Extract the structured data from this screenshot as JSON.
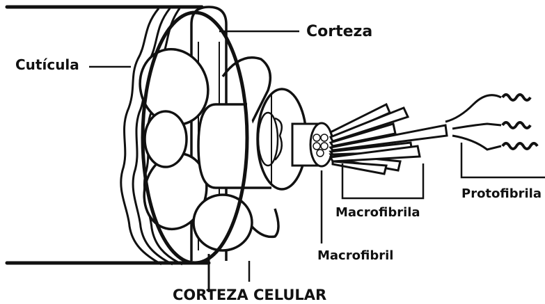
{
  "labels": {
    "cuticula": "Cutícula",
    "corteza": "Corteza",
    "macrofibrila": "Macrofibrila",
    "macrofibril": "Macrofibril",
    "protofibrila": "Protofibrila",
    "corteza_celular": "CORTEZA CELULAR"
  },
  "colors": {
    "ink": "#111111",
    "background": "#ffffff"
  }
}
